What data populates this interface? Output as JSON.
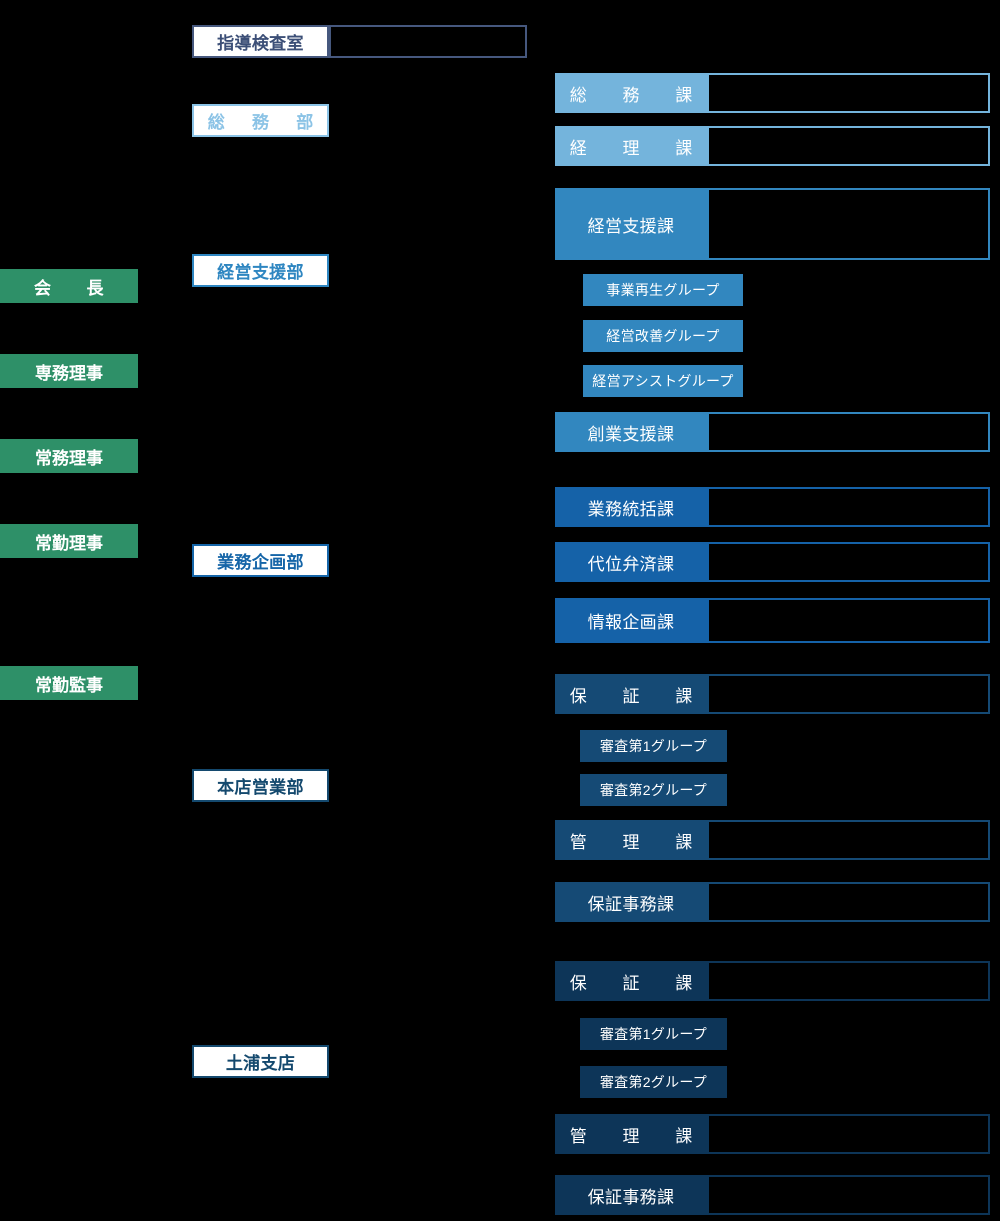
{
  "diagram": {
    "title": "organization-chart",
    "background": "#000000",
    "colors": {
      "executive_green": "#2e9068",
      "slate": "#46587e",
      "light_blue": "#8bc3e6",
      "sky": "#74b4dc",
      "blue": "#3287bf",
      "royal": "#1562a8",
      "ink": "#154a75",
      "navy": "#0d3558"
    }
  },
  "executives": [
    {
      "label": "会　　長"
    },
    {
      "label": "専務理事"
    },
    {
      "label": "常務理事"
    },
    {
      "label": "常勤理事"
    },
    {
      "label": "常勤監事"
    }
  ],
  "departments": [
    {
      "label": "指導検査室"
    },
    {
      "label": "総　務　部"
    },
    {
      "label": "経営支援部"
    },
    {
      "label": "業務企画部"
    },
    {
      "label": "本店営業部"
    },
    {
      "label": "土浦支店"
    }
  ],
  "sections": [
    {
      "label": "総　務　課"
    },
    {
      "label": "経　理　課"
    },
    {
      "label": "経営支援課"
    },
    {
      "label": "事業再生グループ"
    },
    {
      "label": "経営改善グループ"
    },
    {
      "label": "経営アシストグループ"
    },
    {
      "label": "創業支援課"
    },
    {
      "label": "業務統括課"
    },
    {
      "label": "代位弁済課"
    },
    {
      "label": "情報企画課"
    },
    {
      "label": "保　証　課"
    },
    {
      "label": "審査第1グループ"
    },
    {
      "label": "審査第2グループ"
    },
    {
      "label": "管　理　課"
    },
    {
      "label": "保証事務課"
    },
    {
      "label": "保　証　課"
    },
    {
      "label": "審査第1グループ"
    },
    {
      "label": "審査第2グループ"
    },
    {
      "label": "管　理　課"
    },
    {
      "label": "保証事務課"
    }
  ]
}
